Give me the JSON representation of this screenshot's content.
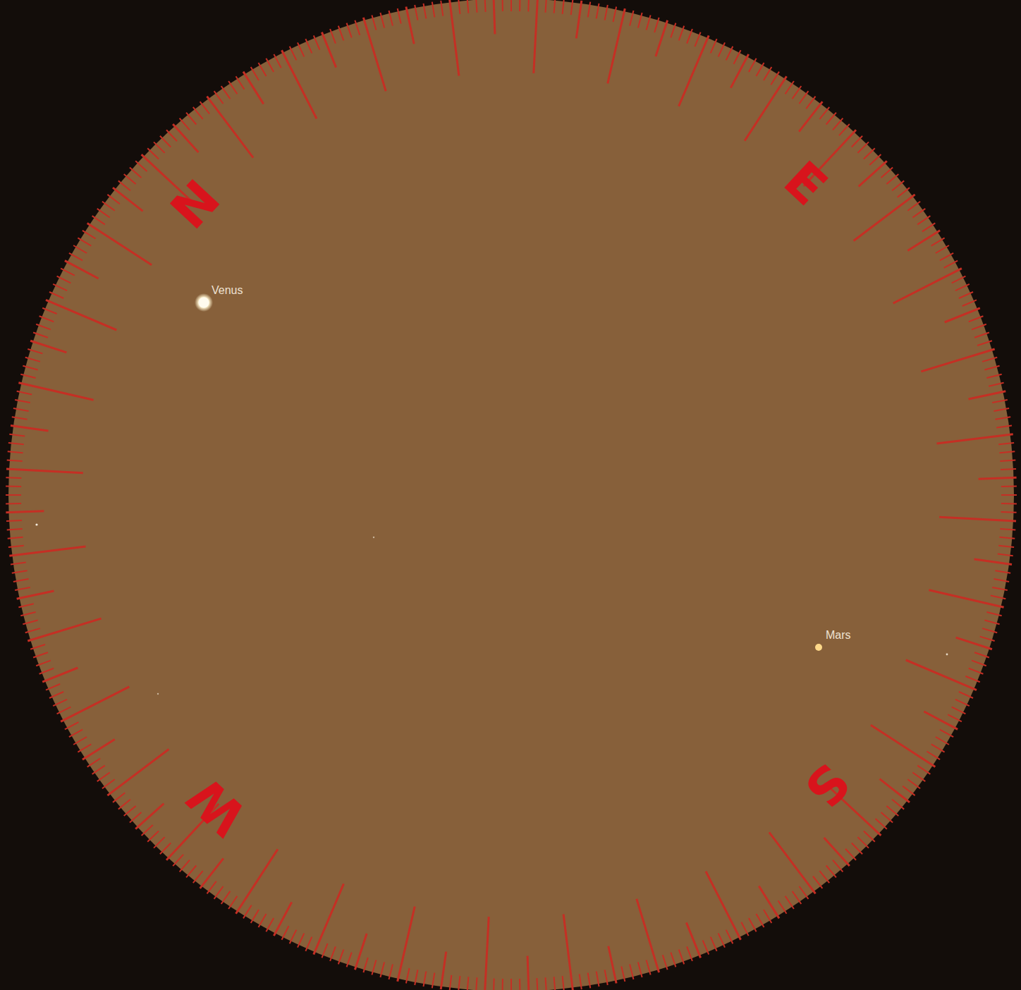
{
  "diagram": {
    "labels": [
      "N",
      "E",
      "Venus",
      "Mars",
      "S",
      "W"
    ]
  }
}
